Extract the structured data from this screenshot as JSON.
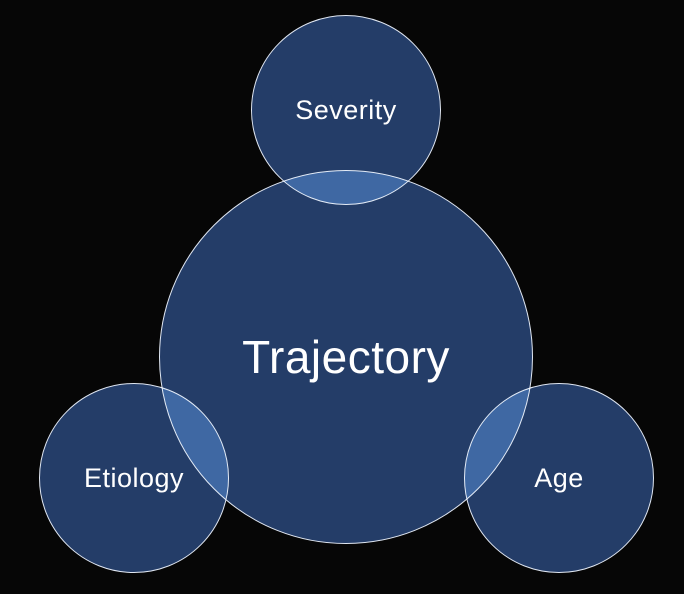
{
  "diagram": {
    "type": "venn-bubble-diagram",
    "background": "#060606",
    "circle_fill": "#1f3864",
    "overlap_fill": "#2e5395",
    "border_color": "#dfe6f2",
    "text_color": "#ffffff",
    "center": {
      "id": "trajectory",
      "label": "Trajectory"
    },
    "satellites": [
      {
        "id": "severity",
        "label": "Severity",
        "position": "top"
      },
      {
        "id": "etiology",
        "label": "Etiology",
        "position": "bottom-left"
      },
      {
        "id": "age",
        "label": "Age",
        "position": "bottom-right"
      }
    ]
  }
}
